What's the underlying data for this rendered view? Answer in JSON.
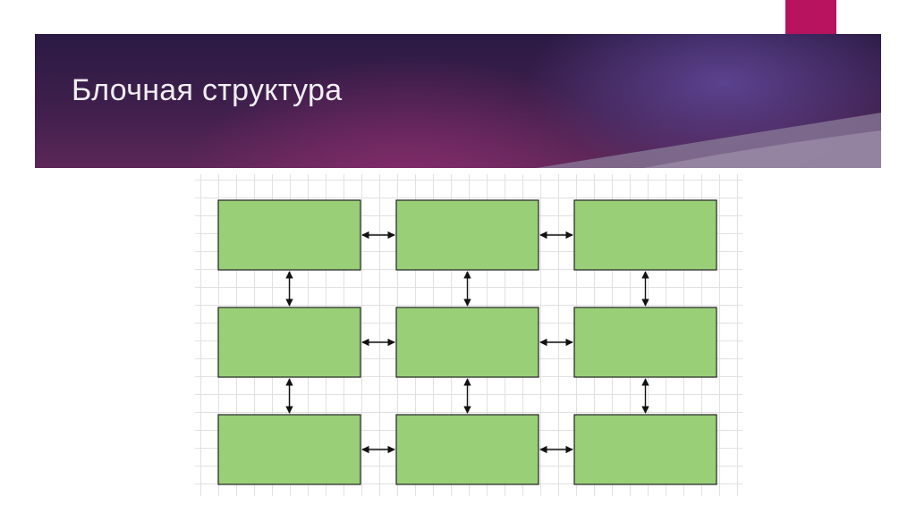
{
  "slide": {
    "title": "Блочная структура"
  },
  "colors": {
    "accent": "#b8135e",
    "block_fill": "#99cf77",
    "block_stroke": "#222222",
    "arrow": "#111111"
  },
  "diagram": {
    "rows": 3,
    "columns": 3,
    "blocks": [
      {
        "row": 0,
        "col": 0
      },
      {
        "row": 0,
        "col": 1
      },
      {
        "row": 0,
        "col": 2
      },
      {
        "row": 1,
        "col": 0
      },
      {
        "row": 1,
        "col": 1
      },
      {
        "row": 1,
        "col": 2
      },
      {
        "row": 2,
        "col": 0
      },
      {
        "row": 2,
        "col": 1
      },
      {
        "row": 2,
        "col": 2
      }
    ],
    "connectors": [
      {
        "direction": "horizontal",
        "row": 0,
        "col": 0
      },
      {
        "direction": "horizontal",
        "row": 0,
        "col": 1
      },
      {
        "direction": "horizontal",
        "row": 1,
        "col": 0
      },
      {
        "direction": "horizontal",
        "row": 1,
        "col": 1
      },
      {
        "direction": "horizontal",
        "row": 2,
        "col": 0
      },
      {
        "direction": "horizontal",
        "row": 2,
        "col": 1
      },
      {
        "direction": "vertical",
        "row": 0,
        "col": 0
      },
      {
        "direction": "vertical",
        "row": 0,
        "col": 1
      },
      {
        "direction": "vertical",
        "row": 0,
        "col": 2
      },
      {
        "direction": "vertical",
        "row": 1,
        "col": 0
      },
      {
        "direction": "vertical",
        "row": 1,
        "col": 1
      },
      {
        "direction": "vertical",
        "row": 1,
        "col": 2
      }
    ]
  }
}
